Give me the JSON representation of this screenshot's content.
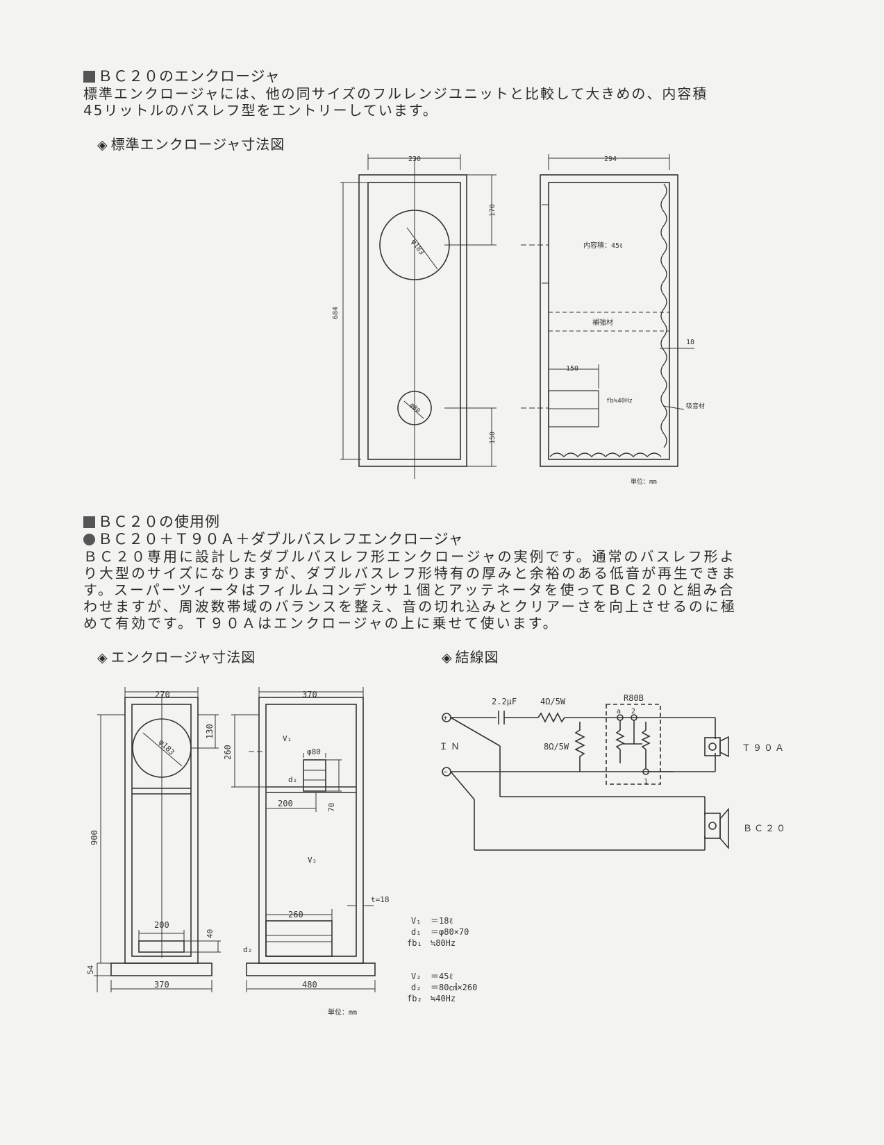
{
  "section1": {
    "heading": "ＢＣ２０のエンクロージャ",
    "body_lines": [
      "標準エンクロージャには、他の同サイズのフルレンジユニットと比較して大きめの、内容積",
      "45リットルのバスレフ型をエントリーしています。"
    ],
    "diagram_title": "標準エンクロージャ寸法図",
    "diagram": {
      "width_label": "230",
      "depth_label": "294",
      "height_label": "684",
      "top_label": "170",
      "bottom_label": "150",
      "driver_dia": "φ183",
      "port_dia": "φ80",
      "volume_label": "内容積：45ℓ",
      "brace_label": "補強材",
      "thickness_label": "18",
      "duct_label": "150",
      "fb_label": "fb≒40Hz",
      "absorb_label": "吸音材",
      "unit_label": "単位：mm"
    }
  },
  "section2": {
    "heading": "ＢＣ２０の使用例",
    "subheading": "ＢＣ２０＋Ｔ９０Ａ＋ダブルバスレフエンクロージャ",
    "body_lines": [
      "ＢＣ２０専用に設計したダブルバスレフ形エンクロージャの実例です。通常のバスレフ形よ",
      "り大型のサイズになりますが、ダブルバスレフ形特有の厚みと余裕のある低音が再生できま",
      "す。スーパーツィータはフィルムコンデンサ１個とアッテネータを使ってＢＣ２０と組み合",
      "わせますが、周波数帯域のバランスを整え、音の切れ込みとクリアーさを向上させるのに極",
      "めて有効です。Ｔ９０Ａはエンクロージャの上に乗せて使います。"
    ],
    "enclosure_title": "エンクロージャ寸法図",
    "wiring_title": "結線図",
    "enclosure": {
      "front_width": "270",
      "side_width": "370",
      "height": "900",
      "top": "130",
      "chamber_height": "260",
      "driver_dia": "φ183",
      "v1": "V₁",
      "port1": "φ80",
      "d1": "d₁",
      "port1_width": "200",
      "port1_len": "70",
      "v2": "V₂",
      "thickness": "t=18",
      "port2_width": "260",
      "d2": "d₂",
      "front_port_width": "200",
      "front_port_h": "40",
      "base_h": "54",
      "base_front": "370",
      "base_side": "480",
      "unit": "単位：mm"
    },
    "specs": [
      {
        "k": "V₁",
        "v": "＝18ℓ"
      },
      {
        "k": "d₁",
        "v": "＝φ80×70"
      },
      {
        "k": "fb₁",
        "v": "≒80Hz"
      },
      {
        "k": "V₂",
        "v": "＝45ℓ"
      },
      {
        "k": "d₂",
        "v": "＝80㎠×260"
      },
      {
        "k": "fb₂",
        "v": "≒40Hz"
      }
    ],
    "wiring": {
      "cap": "2.2μF",
      "r1": "4Ω/5W",
      "r2": "8Ω/5W",
      "att": "R80B",
      "in_label": "ＩＮ",
      "tweeter": "Ｔ９０Ａ",
      "woofer": "ＢＣ２０",
      "a": "a",
      "b": "2",
      "c": "1",
      "plus": "+",
      "minus": "−"
    }
  },
  "icons": [
    "square-bullet-icon",
    "diamond-bullet-icon",
    "speaker-icon"
  ]
}
